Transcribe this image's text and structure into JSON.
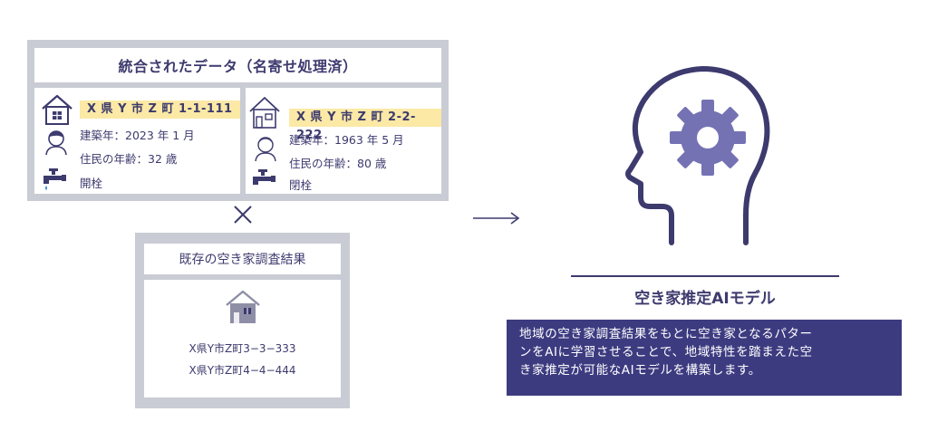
{
  "merged": {
    "title": "統合されたデータ（名寄せ処理済）",
    "records": [
      {
        "address": "X 県 Y 市 Z 町 1-1-111",
        "built": "建築年：2023 年 1 月",
        "age": "住民の年齢：32 歳",
        "water": "開栓"
      },
      {
        "address": "X 県 Y 市 Z 町 2-2-222",
        "built": "建築年：1963 年 5 月",
        "age": "住民の年齢：80 歳",
        "water": "閉栓"
      }
    ]
  },
  "existing": {
    "title": "既存の空き家調査結果",
    "addresses": [
      "X県Y市Z町3−3−333",
      "X県Y市Z町4−4−444"
    ]
  },
  "model": {
    "title": "空き家推定AIモデル",
    "description_lines": [
      "地域の空き家調査結果をもとに空き家となるパター",
      "ンをAIに学習させることで、地域特性を踏まえた空",
      "き家推定が可能なAIモデルを構築します。"
    ]
  },
  "colors": {
    "navy": "#3d3a6e",
    "panel_gray": "#c9ccd4",
    "highlight": "#fbe9a5",
    "desc_bg": "#3d3b80"
  },
  "icons": [
    "house-icon",
    "person-icon",
    "faucet-icon",
    "cross-icon",
    "arrow-icon",
    "head-gear-icon"
  ]
}
